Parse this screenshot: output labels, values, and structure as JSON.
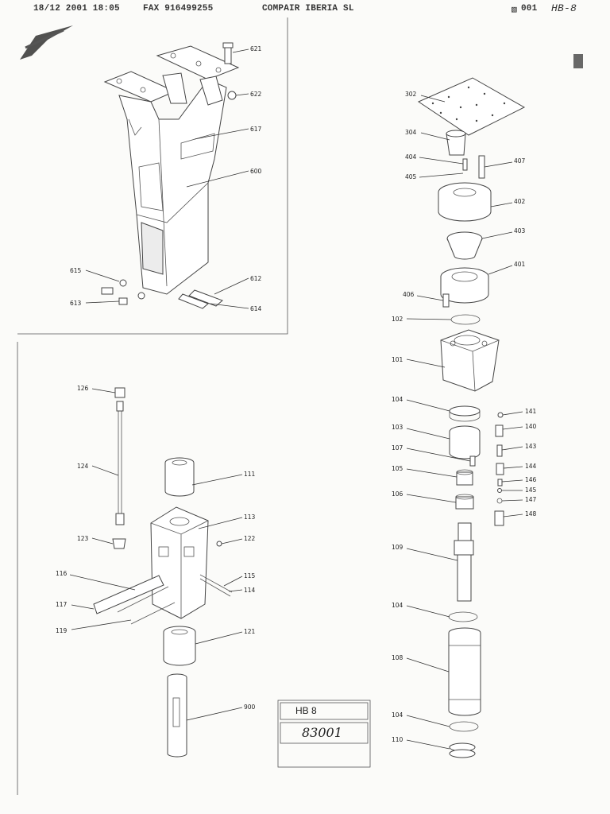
{
  "fax_header": {
    "datetime": "18/12 2001 18:05",
    "fax": "FAX 916499255",
    "company": "COMPAIR IBERIA SL",
    "page": "001",
    "handwritten_note": "HB-8"
  },
  "title_box": {
    "model": "HB 8",
    "number": "83001"
  },
  "labels": {
    "p621": "621",
    "p622": "622",
    "p617": "617",
    "p600": "600",
    "p615": "615",
    "p613": "613",
    "p612": "612",
    "p614": "614",
    "p302": "302",
    "p304": "304",
    "p404": "404",
    "p405": "405",
    "p407": "407",
    "p402": "402",
    "p403": "403",
    "p401": "401",
    "p406": "406",
    "p102": "102",
    "p101": "101",
    "p104a": "104",
    "p141": "141",
    "p103": "103",
    "p140": "140",
    "p107": "107",
    "p143": "143",
    "p105": "105",
    "p144": "144",
    "p146": "146",
    "p106": "106",
    "p145": "145",
    "p147": "147",
    "p148": "148",
    "p109": "109",
    "p104b": "104",
    "p108": "108",
    "p104c": "104",
    "p110": "110",
    "p126": "126",
    "p124": "124",
    "p123": "123",
    "p111": "111",
    "p113": "113",
    "p122": "122",
    "p116": "116",
    "p115": "115",
    "p114": "114",
    "p117": "117",
    "p119": "119",
    "p121": "121",
    "p900": "900"
  }
}
